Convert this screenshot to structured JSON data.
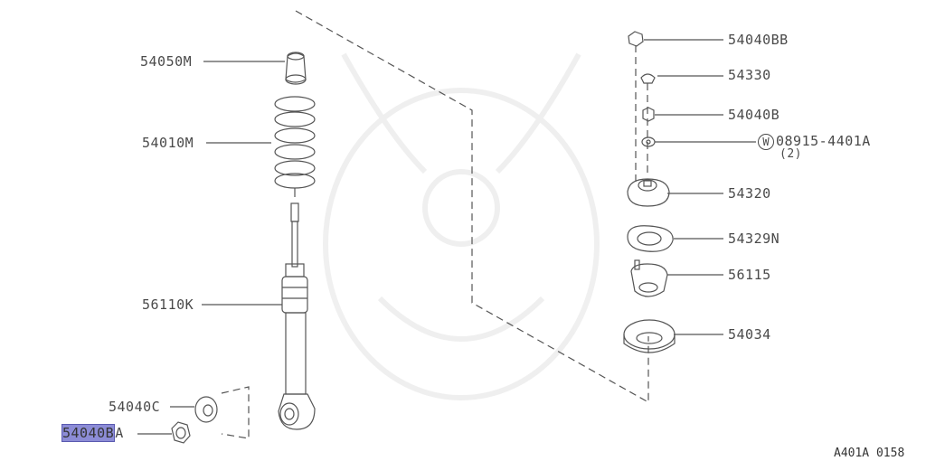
{
  "diagram_code": "A401A 0158",
  "highlight_color": "#8c8cd6",
  "left_parts": [
    {
      "id": "54050M"
    },
    {
      "id": "54010M"
    },
    {
      "id": "56110K"
    },
    {
      "id": "54040C"
    },
    {
      "id": "54040B",
      "suffix": "A",
      "highlighted": true
    }
  ],
  "right_parts": [
    {
      "id": "54040BB"
    },
    {
      "id": "54330"
    },
    {
      "id": "54040B"
    },
    {
      "id": "08915-4401A",
      "prefix_symbol": "W",
      "qty": "(2)"
    },
    {
      "id": "54320"
    },
    {
      "id": "54329N"
    },
    {
      "id": "56115"
    },
    {
      "id": "54034"
    }
  ]
}
